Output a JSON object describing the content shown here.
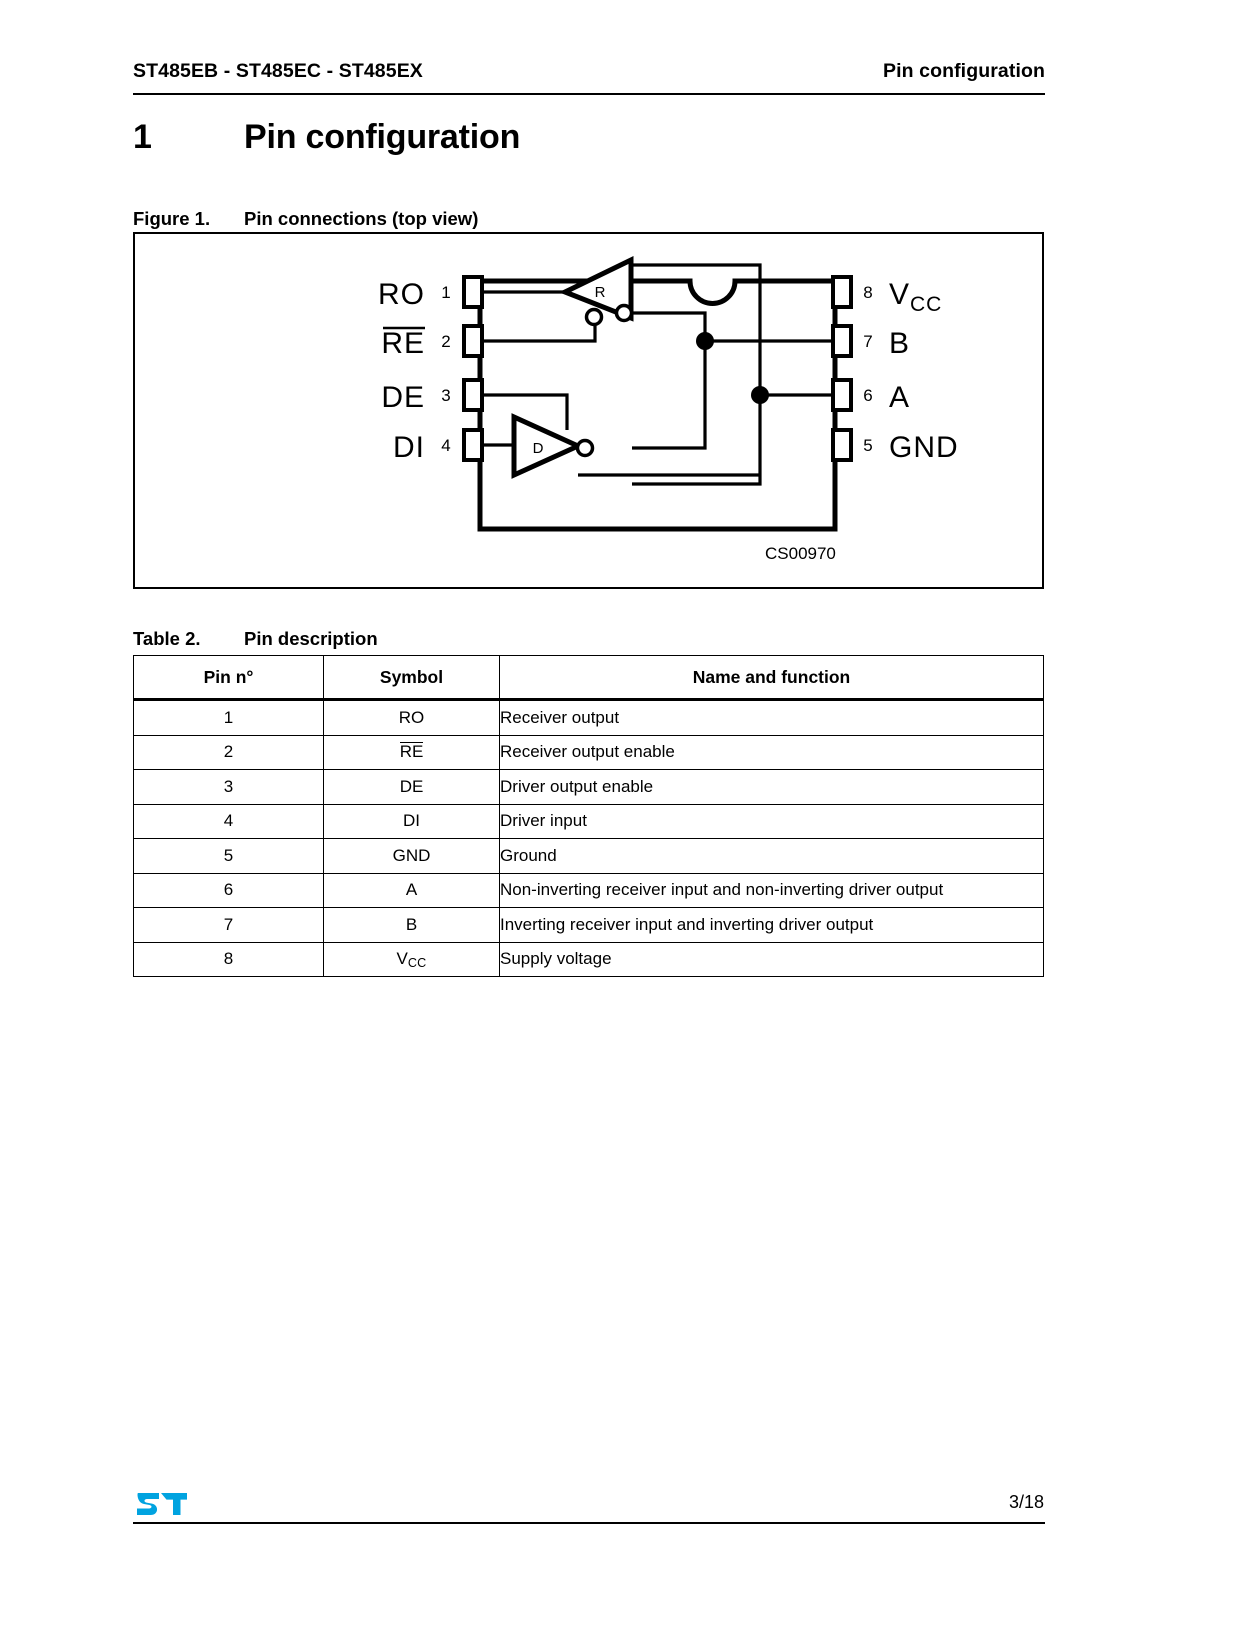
{
  "header": {
    "left": "ST485EB - ST485EC - ST485EX",
    "right": "Pin configuration"
  },
  "chapter": {
    "number": "1",
    "title": "Pin configuration"
  },
  "figure": {
    "caption_label": "Figure 1.",
    "caption_title": "Pin connections (top view)",
    "diagram_id": "CS00970",
    "receiver_label": "R",
    "driver_label": "D",
    "left_pins": [
      {
        "number": "1",
        "name": "RO",
        "overline": false
      },
      {
        "number": "2",
        "name": "RE",
        "overline": true
      },
      {
        "number": "3",
        "name": "DE",
        "overline": false
      },
      {
        "number": "4",
        "name": "DI",
        "overline": false
      }
    ],
    "right_pins": [
      {
        "number": "8",
        "name": "V",
        "subscript": "CC"
      },
      {
        "number": "7",
        "name": "B",
        "subscript": ""
      },
      {
        "number": "6",
        "name": "A",
        "subscript": ""
      },
      {
        "number": "5",
        "name": "GND",
        "subscript": ""
      }
    ]
  },
  "table": {
    "caption_label": "Table 2.",
    "caption_title": "Pin description",
    "columns": [
      "Pin n°",
      "Symbol",
      "Name and function"
    ],
    "rows": [
      {
        "pin": "1",
        "symbol": "RO",
        "overline": false,
        "subscript": "",
        "desc": "Receiver output"
      },
      {
        "pin": "2",
        "symbol": "RE",
        "overline": true,
        "subscript": "",
        "desc": "Receiver output enable"
      },
      {
        "pin": "3",
        "symbol": "DE",
        "overline": false,
        "subscript": "",
        "desc": "Driver output enable"
      },
      {
        "pin": "4",
        "symbol": "DI",
        "overline": false,
        "subscript": "",
        "desc": "Driver input"
      },
      {
        "pin": "5",
        "symbol": "GND",
        "overline": false,
        "subscript": "",
        "desc": "Ground"
      },
      {
        "pin": "6",
        "symbol": "A",
        "overline": false,
        "subscript": "",
        "desc": "Non-inverting receiver input and non-inverting driver output"
      },
      {
        "pin": "7",
        "symbol": "B",
        "overline": false,
        "subscript": "",
        "desc": "Inverting receiver input and inverting driver output"
      },
      {
        "pin": "8",
        "symbol": "V",
        "overline": false,
        "subscript": "CC",
        "desc": "Supply voltage"
      }
    ]
  },
  "footer": {
    "page": "3/18",
    "logo_color": "#00a3e0"
  }
}
